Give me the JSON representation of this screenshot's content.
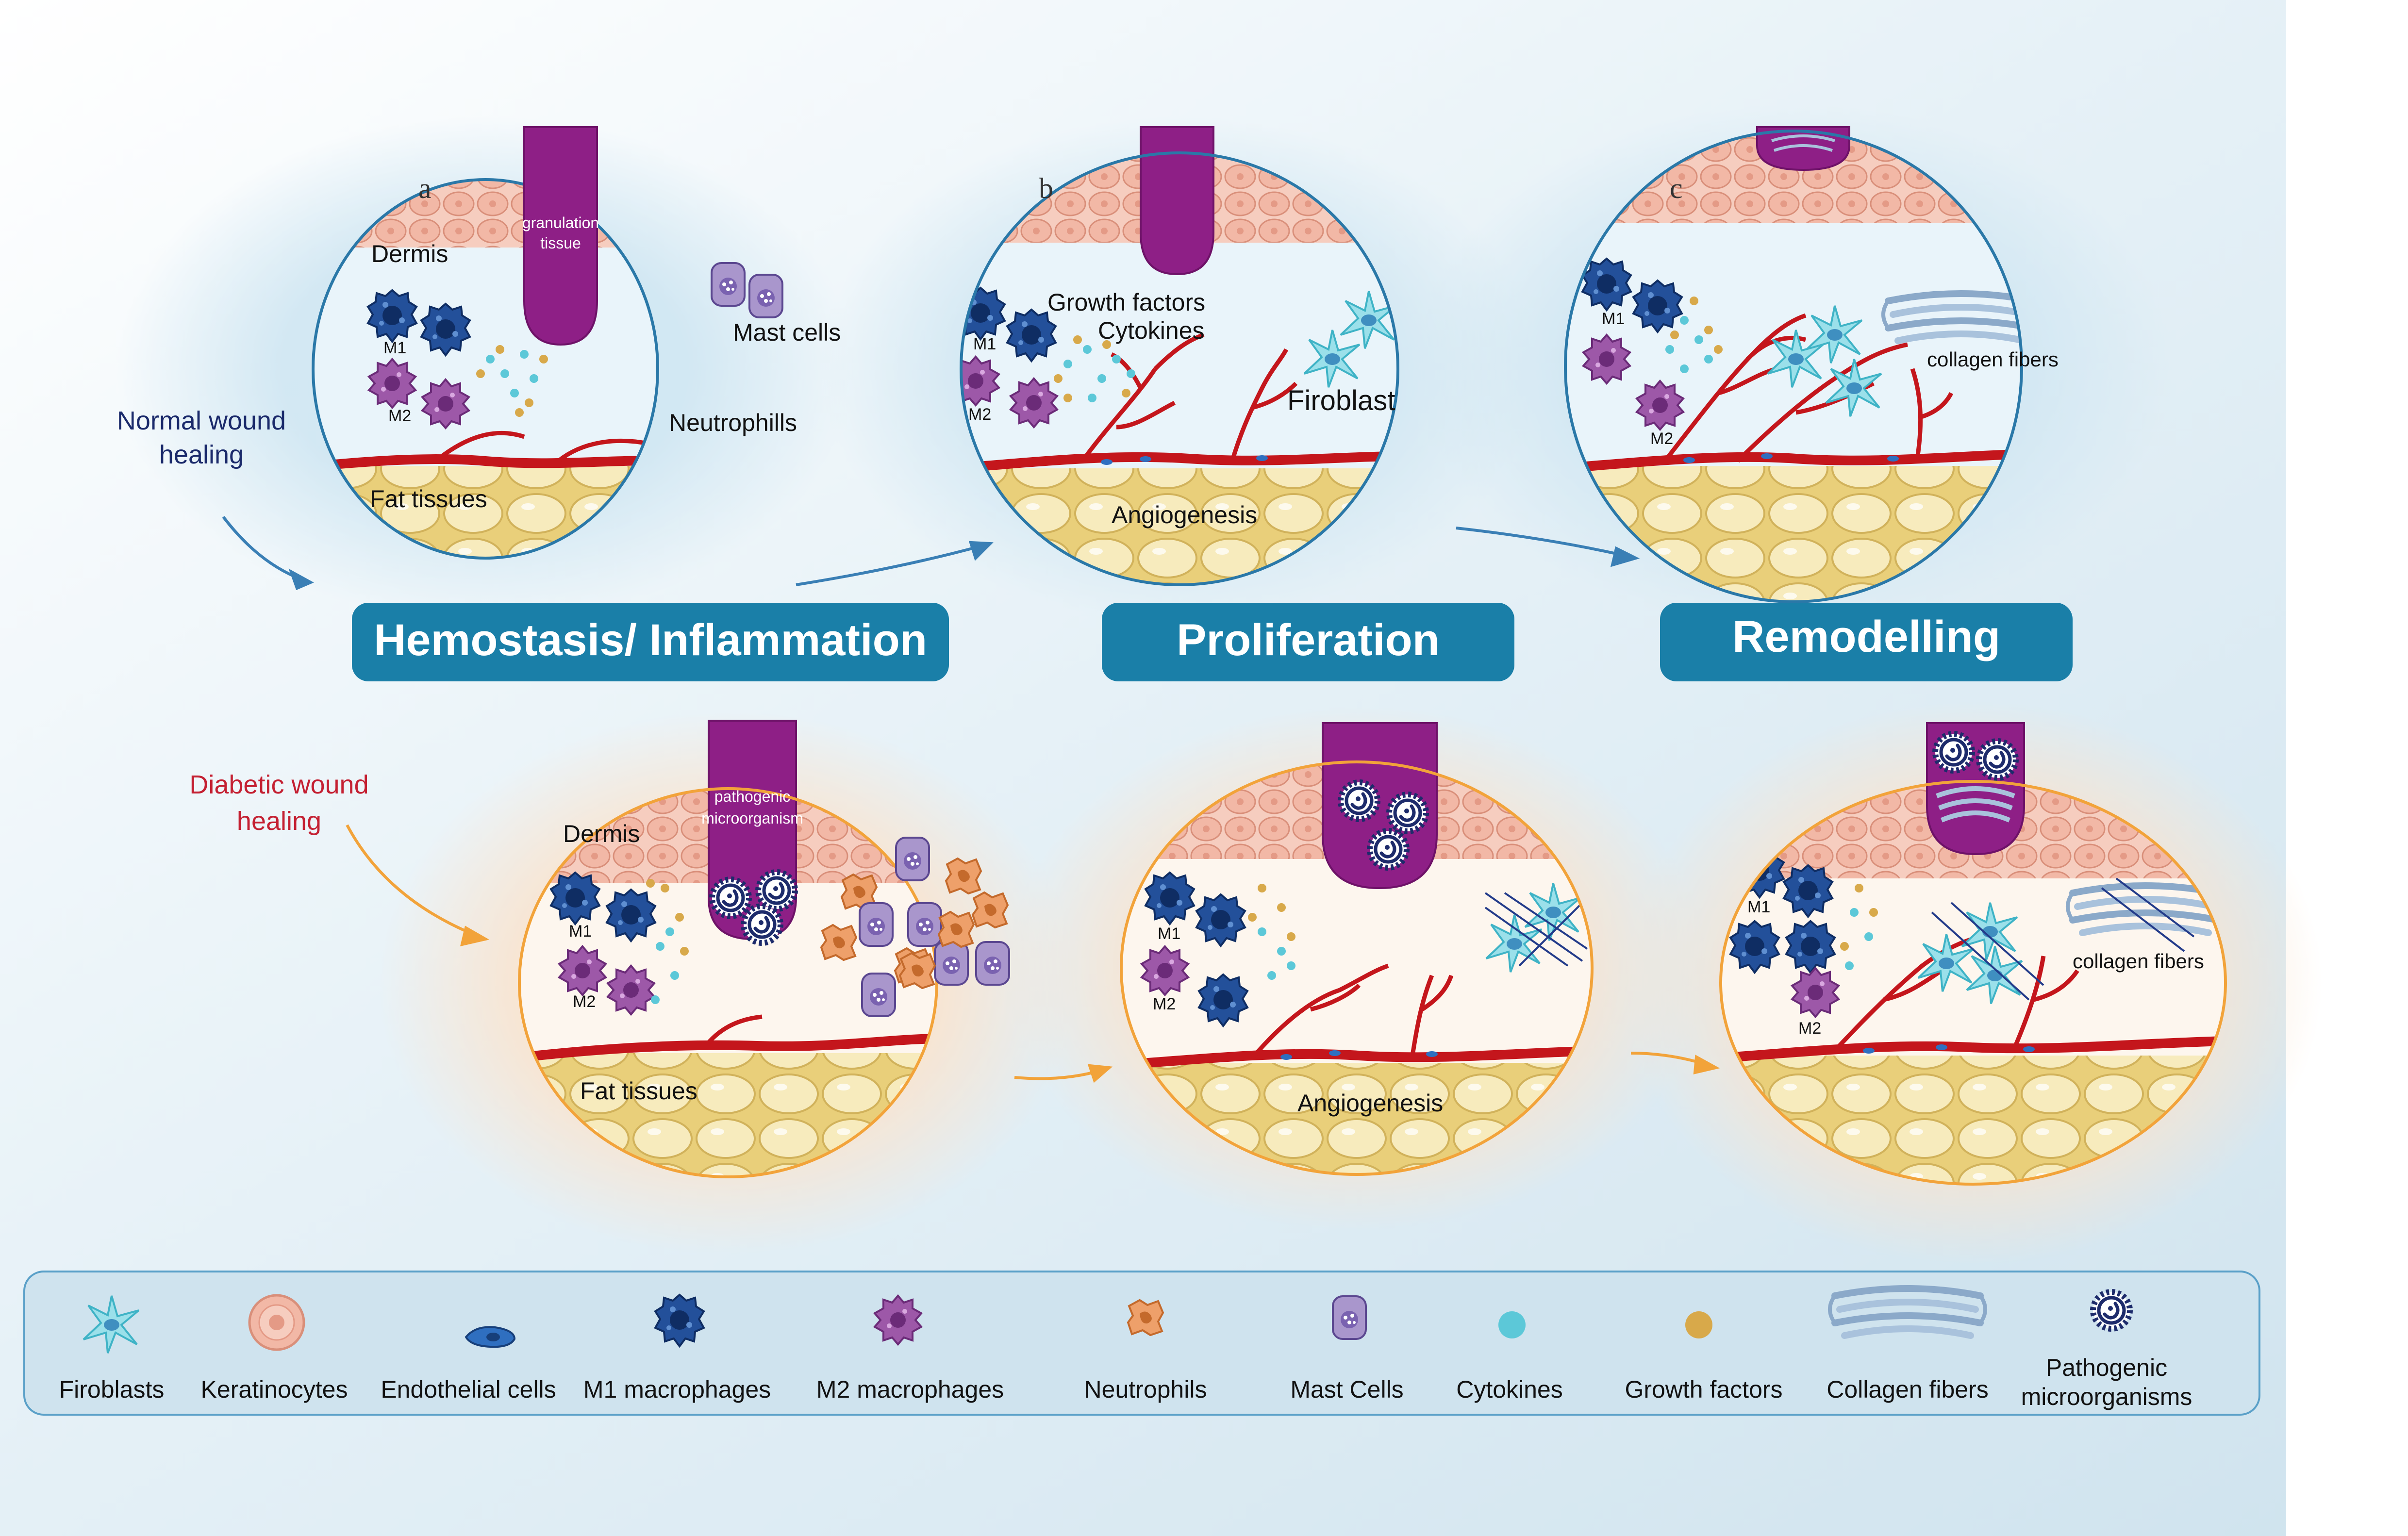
{
  "rows": {
    "normal": {
      "label_line1": "Normal wound",
      "label_line2": "healing"
    },
    "diabetic": {
      "label_line1": "Diabetic wound",
      "label_line2": "healing"
    }
  },
  "phases": [
    "Hemostasis/ Inflammation",
    "Proliferation",
    "Remodelling"
  ],
  "panels": {
    "a": {
      "letter": "a",
      "dermis": "Dermis",
      "tissue_line1": "granulation",
      "tissue_line2": "tissue",
      "m1": "M1",
      "m2": "M2",
      "mast": "Mast cells",
      "neutro": "Neutrophills",
      "fat": "Fat tissues"
    },
    "b": {
      "letter": "b",
      "growth": "Growth factors",
      "cytokines": "Cytokines",
      "firoblast": "Firoblast",
      "m1": "M1",
      "m2": "M2",
      "angio": "Angiogenesis"
    },
    "c": {
      "letter": "c",
      "m1": "M1",
      "m2": "M2",
      "collagen": "collagen fibers"
    },
    "d": {
      "dermis": "Dermis",
      "tissue_line1": "pathogenic",
      "tissue_line2": "microorganism",
      "m1": "M1",
      "m2": "M2",
      "fat": "Fat tissues"
    },
    "e": {
      "m1": "M1",
      "m2": "M2",
      "angio": "Angiogenesis"
    },
    "f": {
      "m1": "M1",
      "m2": "M2",
      "collagen": "collagen fibers"
    }
  },
  "legend": [
    {
      "icon": "fibroblast-icon",
      "line1": "Firoblasts",
      "line2": ""
    },
    {
      "icon": "keratinocyte-icon",
      "line1": "Keratinocytes",
      "line2": ""
    },
    {
      "icon": "endothelial-cell-icon",
      "line1": "Endothelial cells",
      "line2": ""
    },
    {
      "icon": "m1-macrophage-icon",
      "line1": "M1 macrophages",
      "line2": ""
    },
    {
      "icon": "m2-macrophage-icon",
      "line1": "M2 macrophages",
      "line2": ""
    },
    {
      "icon": "neutrophil-icon",
      "line1": "Neutrophils",
      "line2": ""
    },
    {
      "icon": "mast-cell-icon",
      "line1": "Mast Cells",
      "line2": ""
    },
    {
      "icon": "cytokine-icon",
      "line1": "Cytokines",
      "line2": ""
    },
    {
      "icon": "growth-factor-icon",
      "line1": "Growth factors",
      "line2": ""
    },
    {
      "icon": "collagen-fiber-icon",
      "line1": "Collagen fibers",
      "line2": ""
    },
    {
      "icon": "pathogenic-microorganism-icon",
      "line1": "Pathogenic",
      "line2": "microorganisms"
    }
  ],
  "colors": {
    "blue_halo": "#8fc3df",
    "orange_halo": "#f7c9a0",
    "banner": "#1a7fa8",
    "tissue_purple": "#8e1f86",
    "vessel_red": "#c4161c",
    "fat_yellow": "#f4e3a3",
    "keratinocyte": "#f2b8a6",
    "m1_blue": "#23509a",
    "m2_purple": "#9d58a8",
    "neutrophil_orange": "#e99a5d",
    "mast_purple": "#8a70b4",
    "cytokine_cyan": "#5cc8d8",
    "growth_gold": "#d8a94a",
    "fibroblast_cyan": "#8fd7e2",
    "collagen_blue": "#8ba9c9",
    "microbe_navy": "#1d2b6b"
  }
}
